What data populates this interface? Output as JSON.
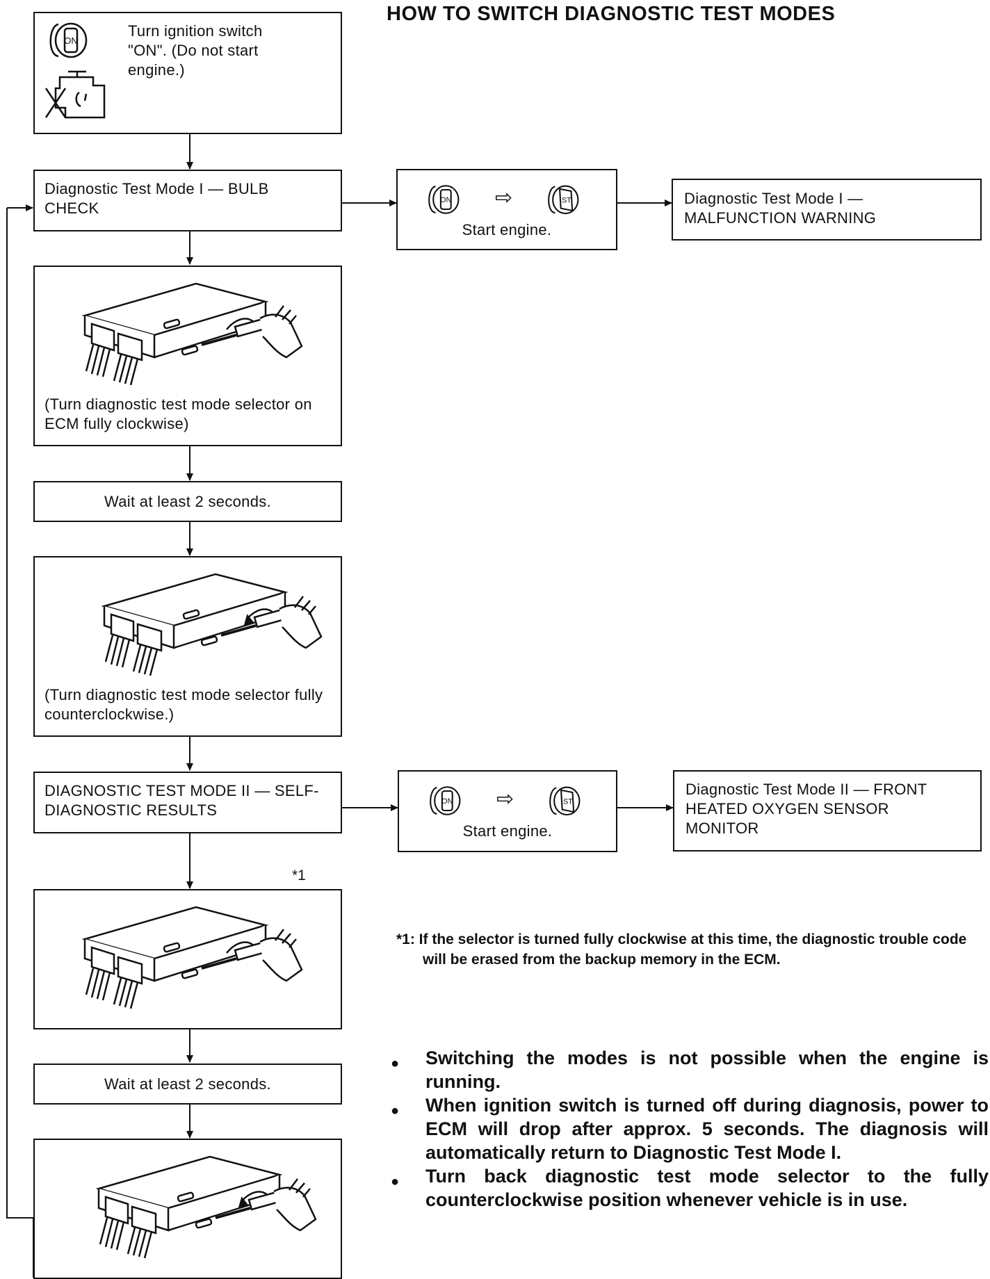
{
  "title": "HOW TO SWITCH DIAGNOSTIC TEST MODES",
  "steps": {
    "ignition_on": "Turn ignition switch \"ON\". (Do not start engine.)",
    "mode1_bulb_check": "Diagnostic Test Mode I — BULB CHECK",
    "turn_cw_1": "(Turn diagnostic test mode selector on ECM fully clockwise)",
    "wait_1": "Wait at least 2 seconds.",
    "turn_ccw_1": "(Turn diagnostic test mode selector fully counterclockwise.)",
    "mode2_self_diag": "DIAGNOSTIC TEST MODE II — SELF-DIAGNOSTIC RESULTS",
    "note_ref": "*1",
    "wait_2": "Wait at least 2 seconds."
  },
  "side": {
    "start_engine_1": "Start engine.",
    "mode1_malfunction": "Diagnostic Test Mode I — MALFUNCTION WARNING",
    "start_engine_2": "Start engine.",
    "mode2_o2_monitor": "Diagnostic Test Mode II — FRONT HEATED OXYGEN SENSOR MONITOR"
  },
  "icons": {
    "key_on": "ON",
    "key_start": "ST",
    "arrow": "⇨"
  },
  "footnote": "*1: If the selector is turned fully clockwise at this time, the diagnostic trouble code will be erased from the backup memory in the ECM.",
  "notes": [
    "Switching the modes is not possible when the engine is running.",
    "When ignition switch is turned off during diagnosis, power to ECM will drop after approx. 5 seconds. The diagnosis will automatically return to Diagnostic Test Mode I.",
    "Turn back diagnostic test mode selector to the fully counterclockwise position whenever vehicle is in use."
  ]
}
